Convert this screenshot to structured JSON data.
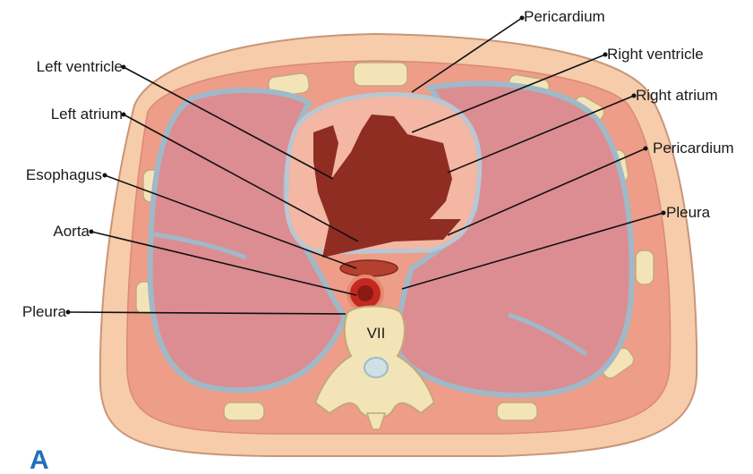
{
  "labels": {
    "pericardium_top": "Pericardium",
    "right_ventricle": "Right ventricle",
    "right_atrium": "Right atrium",
    "pericardium_right": "Pericardium",
    "pleura_right": "Pleura",
    "left_ventricle": "Left ventricle",
    "left_atrium": "Left atrium",
    "esophagus": "Esophagus",
    "aorta": "Aorta",
    "pleura_left": "Pleura"
  },
  "vertebra_label": "VII",
  "panel_letter": "A",
  "colors": {
    "skin": "#f6ccab",
    "skin_outline": "#c89677",
    "muscle": "#ee9d88",
    "lung": "#dc8d92",
    "lung_outline": "#9fb9c8",
    "heart_wall": "#f3b7a3",
    "heart_chamber": "#8f2d22",
    "bone": "#f3e4b8",
    "aorta": "#c4281f",
    "panel_letter": "#1f70b8"
  }
}
